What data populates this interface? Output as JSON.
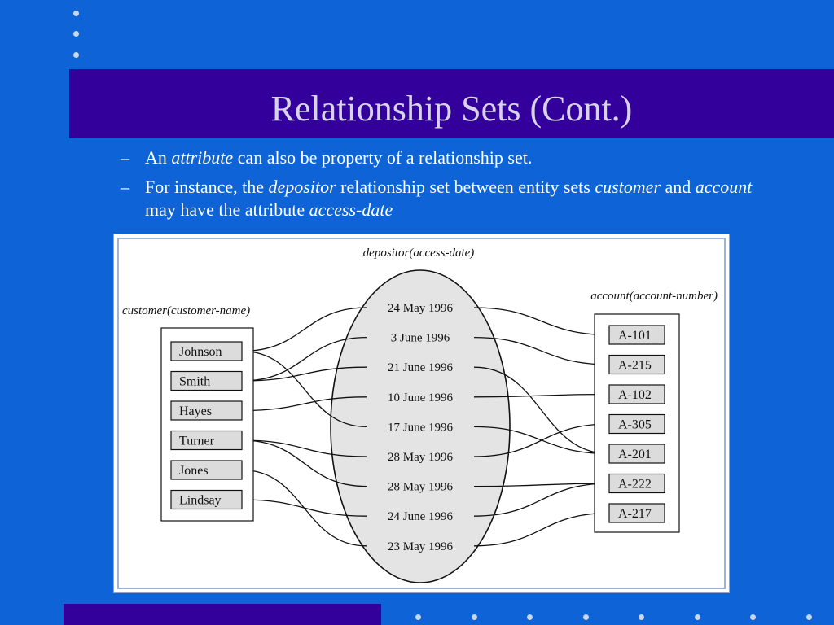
{
  "slide": {
    "title": "Relationship Sets (Cont.)",
    "bullets": [
      {
        "dash": "–",
        "parts": [
          {
            "t": "An ",
            "i": false
          },
          {
            "t": "attribute",
            "i": true
          },
          {
            "t": " can also be property of a relationship set.",
            "i": false
          }
        ]
      },
      {
        "dash": "–",
        "parts": [
          {
            "t": "For instance, the ",
            "i": false
          },
          {
            "t": "depositor",
            "i": true
          },
          {
            "t": " relationship set between entity sets ",
            "i": false
          },
          {
            "t": "customer",
            "i": true
          },
          {
            "t": " and ",
            "i": false
          },
          {
            "t": "account",
            "i": true
          },
          {
            "t": " may have the attribute ",
            "i": false
          },
          {
            "t": "access-date",
            "i": true
          }
        ]
      }
    ]
  },
  "diagram": {
    "relationship_label": "depositor(access-date)",
    "customer_label": "customer(customer-name)",
    "account_label": "account(account-number)",
    "customers": [
      "Johnson",
      "Smith",
      "Hayes",
      "Turner",
      "Jones",
      "Lindsay"
    ],
    "dates": [
      "24 May 1996",
      "3 June 1996",
      "21 June 1996",
      "10 June 1996",
      "17 June 1996",
      "28 May 1996",
      "28 May 1996",
      "24 June 1996",
      "23 May 1996"
    ],
    "accounts": [
      "A-101",
      "A-215",
      "A-102",
      "A-305",
      "A-201",
      "A-222",
      "A-217"
    ],
    "links": [
      {
        "customer": "Johnson",
        "date": "24 May 1996",
        "account": "A-101"
      },
      {
        "customer": "Smith",
        "date": "3 June 1996",
        "account": "A-215"
      },
      {
        "customer": "Hayes",
        "date": "10 June 1996",
        "account": "A-102"
      },
      {
        "customer": "Turner",
        "date": "28 May 1996",
        "account": "A-305"
      },
      {
        "customer": "Johnson",
        "date": "17 June 1996",
        "account": "A-201"
      },
      {
        "customer": "Smith",
        "date": "21 June 1996",
        "account": "A-201"
      },
      {
        "customer": "Turner",
        "date": "28 May 1996",
        "account": "A-222"
      },
      {
        "customer": "Lindsay",
        "date": "24 June 1996",
        "account": "A-222"
      },
      {
        "customer": "Jones",
        "date": "23 May 1996",
        "account": "A-217"
      }
    ]
  },
  "colors": {
    "background": "#0e63d6",
    "title_bar": "#33009c",
    "title_text": "#d8d3ea",
    "ellipse_fill": "#e4e4e4",
    "box_fill": "#dcdcdc"
  }
}
